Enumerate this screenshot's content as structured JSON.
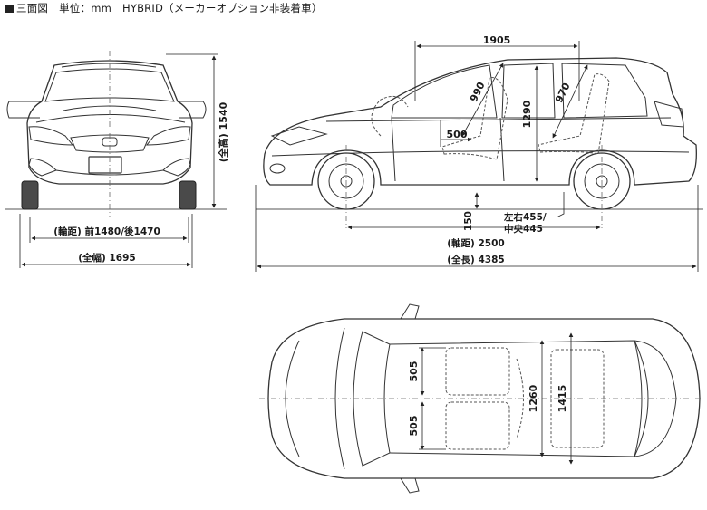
{
  "title": {
    "prefix": "三面図",
    "unit": "単位：mm",
    "model": "HYBRID（メーカーオプション非装着車）"
  },
  "front_view": {
    "height": "(全高) 1540",
    "track": "(輪距) 前1480/後1470",
    "width": "(全幅) 1695"
  },
  "side_view": {
    "cabin_length": "1905",
    "front_headroom": "990",
    "rear_headroom": "970",
    "interior_height": "1290",
    "seat_height": "500",
    "ground_clearance": "150",
    "step_height_1": "左右455/",
    "step_height_2": "中央445",
    "wheelbase": "(軸距) 2500",
    "length": "(全長) 4385"
  },
  "top_view": {
    "seat_width_front": "505",
    "seat_width_rear": "505",
    "interior_width_front": "1260",
    "interior_width_rear": "1415"
  }
}
